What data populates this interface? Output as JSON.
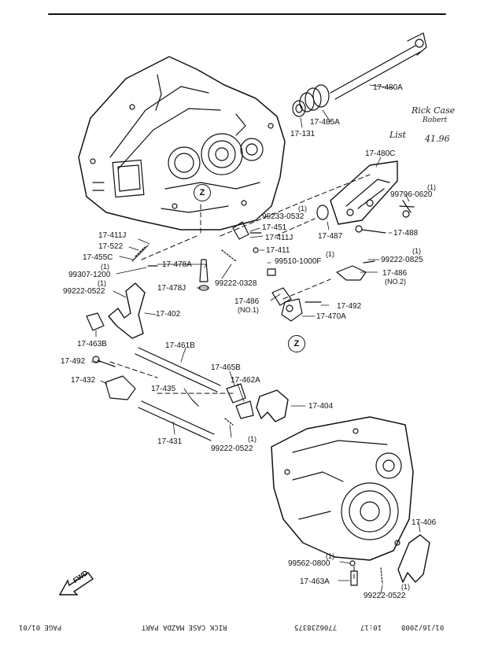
{
  "zoom_marker": "Z",
  "fwd_label": "FWD",
  "handwritten": {
    "line1": "Rick Case",
    "line2": "Robert",
    "line3": "List",
    "line4": "41.96"
  },
  "fax_footer": {
    "date": "01/16/2008",
    "time": "10:17",
    "phone": "7706238375",
    "sender": "RICK CASE MAZDA PART",
    "page": "PAGE 01/01"
  },
  "labels": {
    "p17_480A": "17-480A",
    "p17_485A": "17-485A",
    "p17_131": "17-131",
    "p17_480C": "17-480C",
    "p99796_0620": "99796-0620",
    "q1a": "(1)",
    "p17_487": "17-487",
    "p17_488": "17-488",
    "p99233_0532": "99233-0532",
    "q1b": "(1)",
    "p17_451": "17-451",
    "p17_411J_r": "17-411J",
    "p17_411": "17-411",
    "p99510_1000F": "99510-1000F",
    "q1c": "(1)",
    "p99222_0825": "99222-0825",
    "q1d": "(1)",
    "p17_486_n2": "17-486",
    "no2": "(NO.2)",
    "p17_486_n1": "17-486",
    "no1": "(NO.1)",
    "p17_492_r": "17-492",
    "p17_470A": "17-470A",
    "p17_411J_l": "17-411J",
    "p17_522": "17-522",
    "p17_455C": "17-455C",
    "q1e": "(1)",
    "p99307_1200": "99307-1200",
    "q1f": "(1)",
    "p99222_0522_l": "99222-0522",
    "p17_478A": "17-478A",
    "p17_478J": "17-478J",
    "p99222_0328": "99222-0328",
    "p17_402": "17-402",
    "p17_463B": "17-463B",
    "p17_461B": "17-461B",
    "p17_492_l": "17-492",
    "p17_432": "17-432",
    "p17_465B": "17-465B",
    "p17_462A": "17-462A",
    "p17_435": "17-435",
    "p17_404": "17-404",
    "p17_431": "17-431",
    "q1g": "(1)",
    "p99222_0522_m": "99222-0522",
    "p17_406": "17-406",
    "q1h": "(1)",
    "p99562_0800": "99562-0800",
    "p17_463A": "17-463A",
    "q1i": "(1)",
    "p99222_0522_r": "99222-0522"
  }
}
